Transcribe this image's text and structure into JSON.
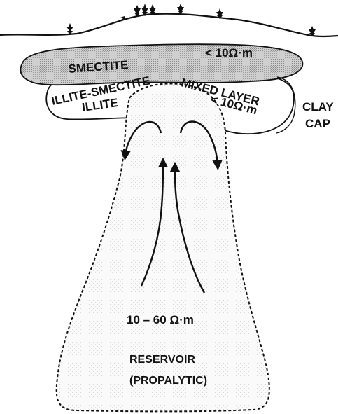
{
  "labels": {
    "smectite": "SMECTITE",
    "smectite_resistivity": "< 10Ω·m",
    "illite_smectite": "ILLITE-SMECTITE",
    "illite": "ILLITE",
    "mixed_layer": "MIXED LAYER",
    "mixed_layer_resistivity": "< 10Ω·m",
    "clay_cap_line1": "CLAY",
    "clay_cap_line2": "CAP",
    "reservoir_resistivity": "10 – 60 Ω·m",
    "reservoir_line1": "RESERVOIR",
    "reservoir_line2": "(PROPALYTIC)"
  },
  "icons": {
    "trees": "tree-icon",
    "arrows": "flow-arrow-icon"
  },
  "colors": {
    "smectite_fill": "#c8c8c8",
    "reservoir_fill": "#f6f6f6",
    "outline": "#111111"
  }
}
